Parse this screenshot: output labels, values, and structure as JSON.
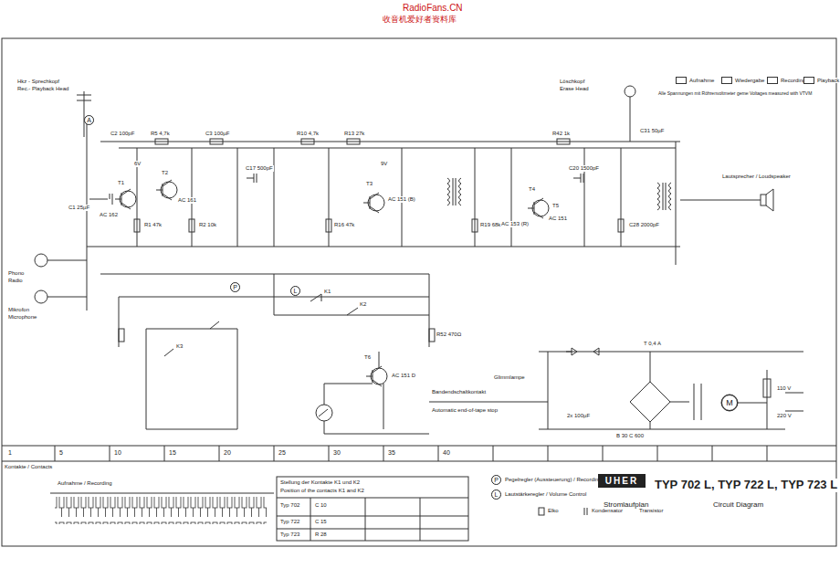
{
  "diagram": {
    "title": "TYP 702 L, TYP 722 L, TYP 723 L",
    "nodes": [
      {
        "text": [
          "UHER"
        ]
      },
      {
        "text": [
          "A"
        ]
      },
      {
        "text": [
          "P"
        ]
      },
      {
        "text": [
          "L"
        ]
      },
      {
        "text": [
          "M"
        ]
      },
      {
        "text": [
          "P"
        ]
      },
      {
        "text": [
          "L"
        ]
      }
    ],
    "labels": [
      "RadioFans.CN",
      "收音机爱好者资料库",
      "Hkz - Sprechkopf",
      "Rec.- Playback Head",
      "Löschkopf",
      "Erase Head",
      "Lautsprecher / Loudspeaker",
      "Phono",
      "Radio",
      "Mikrofon",
      "Microphone",
      "T1",
      "AC 162",
      "T2",
      "AC 161",
      "T3",
      "AC 151 (B)",
      "T4",
      "AC 153 (R)",
      "T5",
      "AC 151",
      "T6",
      "AC 151 D",
      "C1 25µF",
      "C2 100pF",
      "R1 47k",
      "R2 10k",
      "R5 4,7k",
      "C3 100µF",
      "R10 4,7k",
      "R13 27k",
      "C17 500pF",
      "R16 47k",
      "R19 68k",
      "C20 1500pF",
      "R42 1k",
      "C28 2000pF",
      "R52 470Ω",
      "C31 50µF",
      "Bandendschaltkontakt",
      "Automatic end-of-tape stop",
      "Glimmlampe",
      "B 30 C 600",
      "T 0,4 A",
      "110 V",
      "220 V",
      "2x 100µF",
      "Kontakte / Contacts",
      "1",
      "5",
      "10",
      "15",
      "20",
      "25",
      "30",
      "35",
      "40",
      "Aufnahme / Recording",
      "Stellung der Kontakte K1 und K2",
      "Position of the contacts K1 and K2",
      "Typ 702",
      "Typ 722",
      "Typ 723",
      "C 10",
      "C 15",
      "R 28",
      "Pegelregler (Aussteuerung) / Recording Level Control",
      "Lautstärkeregler / Volume Control",
      "Stromlaufplan",
      "Circuit Diagram",
      "Alle Spannungen mit Röhrenvoltmeter gemessen",
      "Voltages measured with VTVM",
      "K1",
      "K2",
      "K3",
      "6V",
      "9V"
    ],
    "legend": [
      {
        "text": "Aufnahme"
      },
      {
        "text": "Wiedergabe"
      },
      {
        "text": "Recording"
      },
      {
        "text": "Playback"
      },
      {
        "text": "Elko"
      },
      {
        "text": "Kondensator"
      },
      {
        "text": "Transistor"
      }
    ]
  }
}
